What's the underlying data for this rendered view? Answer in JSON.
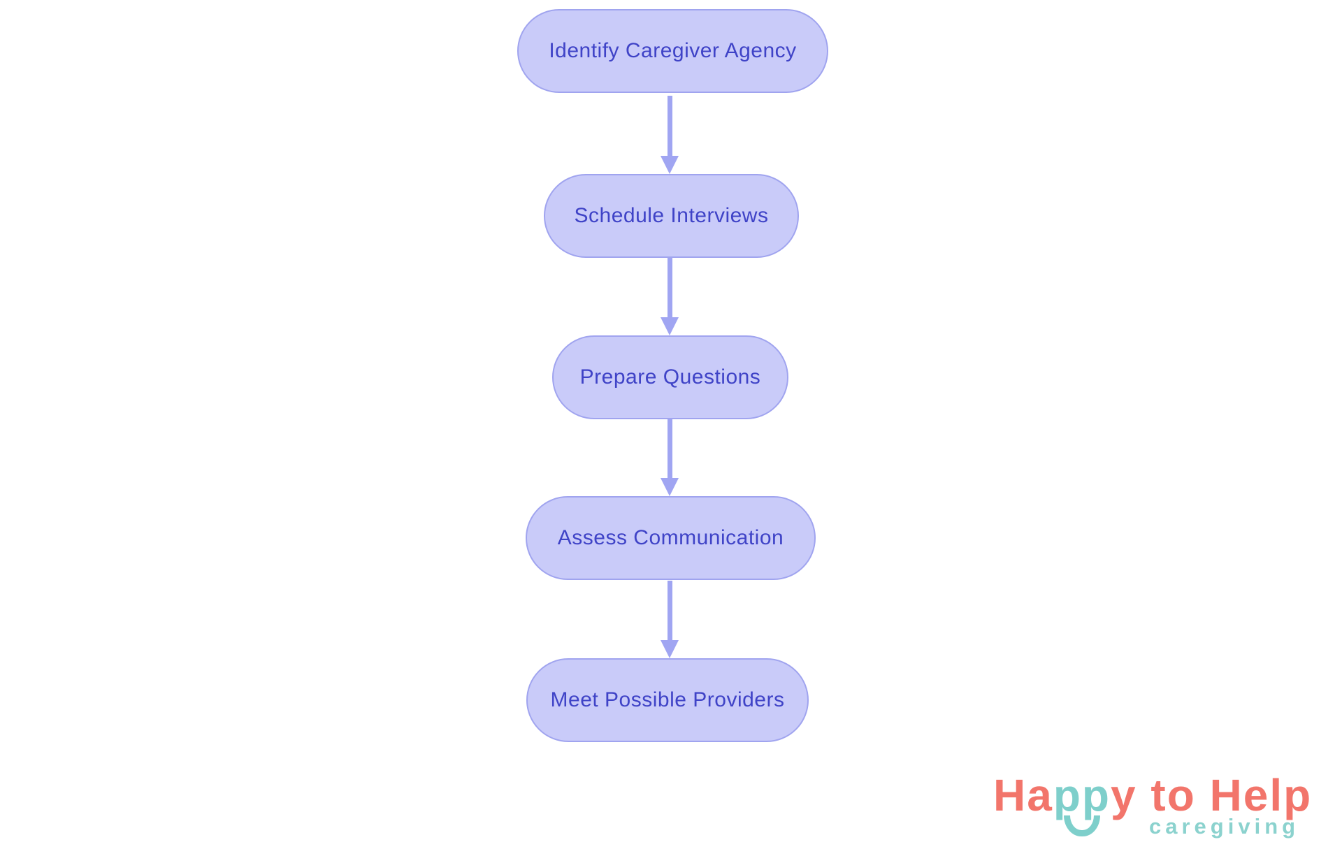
{
  "flowchart": {
    "nodes": [
      {
        "label": "Identify Caregiver Agency"
      },
      {
        "label": "Schedule Interviews"
      },
      {
        "label": "Prepare Questions"
      },
      {
        "label": "Assess Communication"
      },
      {
        "label": "Meet Possible Providers"
      }
    ],
    "connections": [
      {
        "from": "Identify Caregiver Agency",
        "to": "Schedule Interviews"
      },
      {
        "from": "Schedule Interviews",
        "to": "Prepare Questions"
      },
      {
        "from": "Prepare Questions",
        "to": "Assess Communication"
      },
      {
        "from": "Assess Communication",
        "to": "Meet Possible Providers"
      }
    ],
    "colors": {
      "node_fill": "#c9cbf9",
      "node_border": "#a0a4ef",
      "node_text": "#3f43c7",
      "arrow": "#a0a5f2"
    }
  },
  "logo": {
    "text_start": "Ha",
    "text_mid": "pp",
    "text_end": "y to Help",
    "subtitle": "caregiving",
    "colors": {
      "coral": "#f2756b",
      "teal": "#7ecfcb"
    }
  }
}
